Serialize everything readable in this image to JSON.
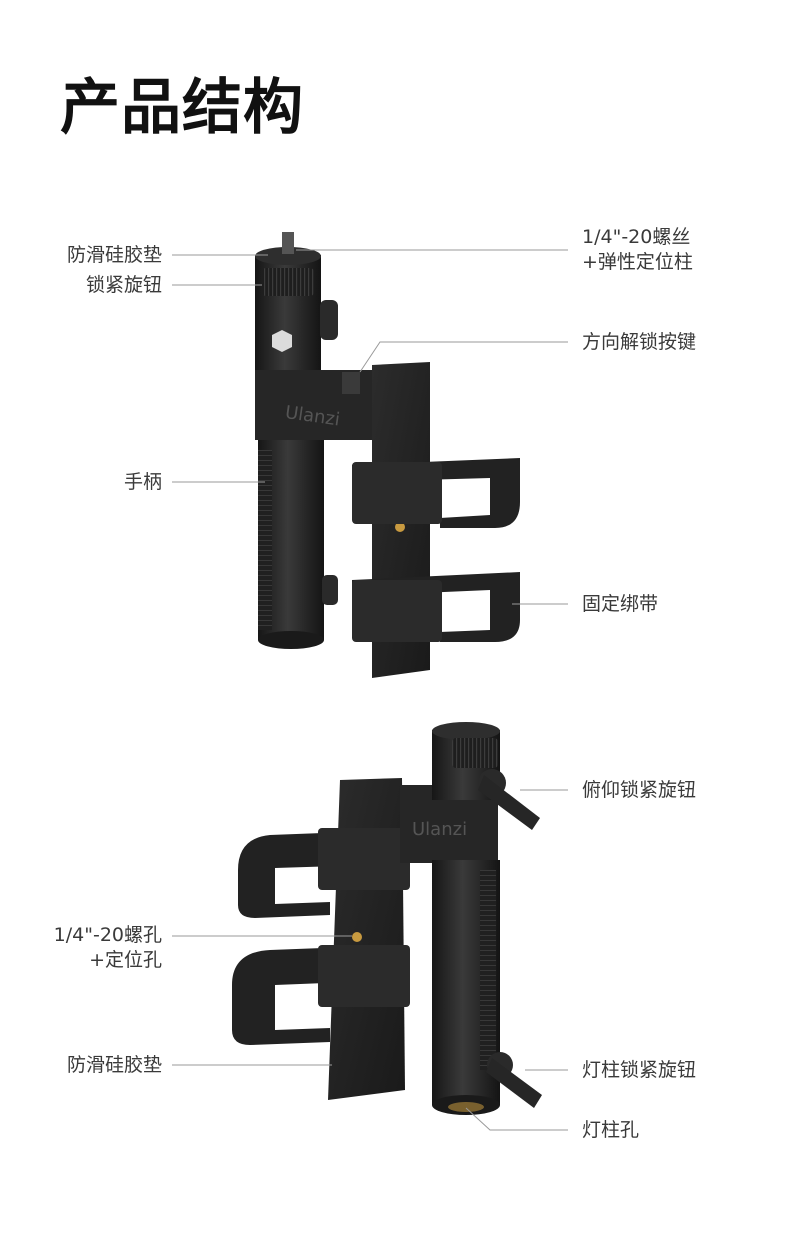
{
  "page": {
    "title": "产品结构"
  },
  "top_view": {
    "brand": "Ulanzi",
    "labels": {
      "anti_slip_pad": "防滑硅胶垫",
      "lock_knob": "锁紧旋钮",
      "handle": "手柄",
      "screw_line1": "1/4\"-20螺丝",
      "screw_line2": "+弹性定位柱",
      "direction_unlock": "方向解锁按键",
      "strap": "固定绑带"
    }
  },
  "bottom_view": {
    "brand": "Ulanzi",
    "labels": {
      "tilt_lock_knob": "俯仰锁紧旋钮",
      "hole_line1": "1/4\"-20螺孔",
      "hole_line2": "+定位孔",
      "anti_slip_pad": "防滑硅胶垫",
      "pole_lock_knob": "灯柱锁紧旋钮",
      "pole_hole": "灯柱孔"
    }
  },
  "colors": {
    "product_dark": "#1c1c1c",
    "product_mid": "#2a2a2a",
    "product_light": "#3a3a3a",
    "leader_line": "#9a9a9a",
    "accent_brass": "#c89a40"
  }
}
